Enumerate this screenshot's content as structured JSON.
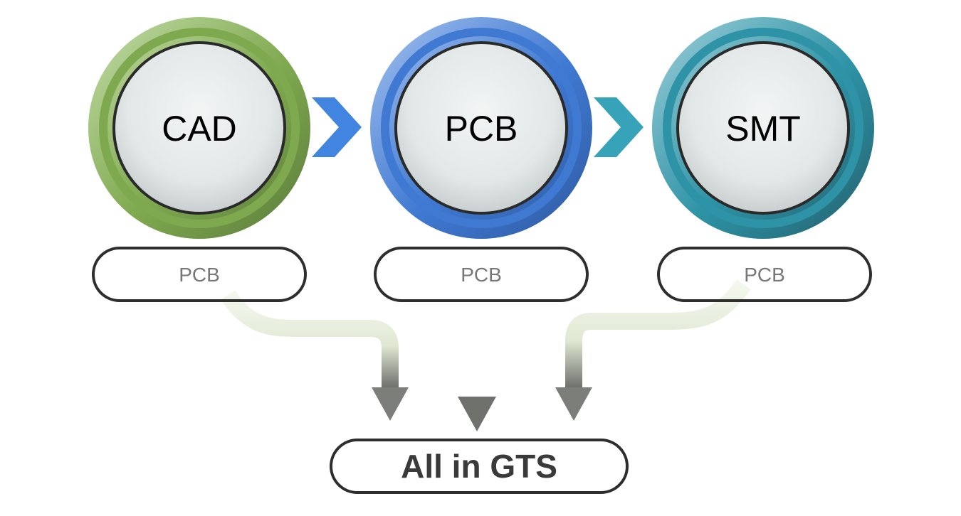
{
  "diagram": {
    "stages": [
      {
        "label": "CAD",
        "sublabel": "PCB",
        "color": "#7fa94f",
        "color_light": "#c3dca8",
        "color_dark": "#5a7a3a"
      },
      {
        "label": "PCB",
        "sublabel": "PCB",
        "color": "#3f79d2",
        "color_light": "#a5c2ef",
        "color_dark": "#2f5aa0"
      },
      {
        "label": "SMT",
        "sublabel": "PCB",
        "color": "#2e93a6",
        "color_light": "#9fd0da",
        "color_dark": "#235f6c"
      }
    ],
    "connectors": [
      {
        "from": "CAD",
        "to": "PCB",
        "color": "#4185e0"
      },
      {
        "from": "PCB",
        "to": "SMT",
        "color": "#36a3b8"
      }
    ],
    "result": {
      "label": "All in GTS"
    },
    "flow_arrow_colors": {
      "start": "#eef4e6",
      "end": "#6f716d"
    }
  }
}
